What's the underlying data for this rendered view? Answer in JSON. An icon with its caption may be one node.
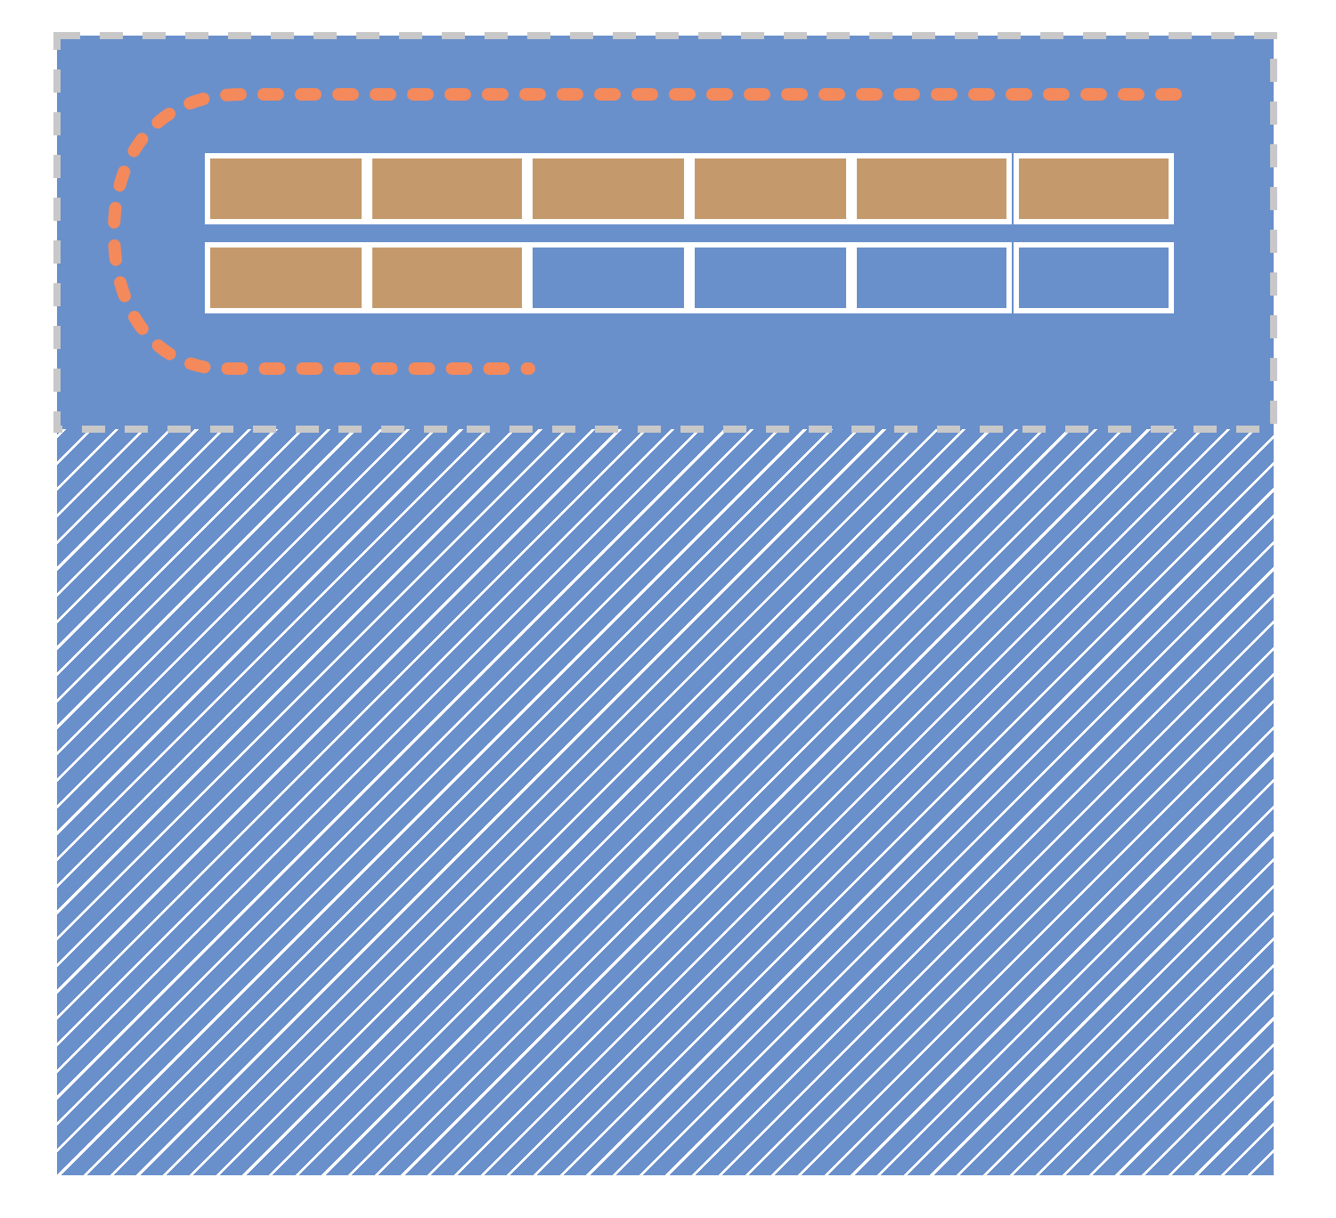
{
  "diagram": {
    "nodes": [
      {
        "text": [],
        "shape": "box"
      },
      {
        "text": [],
        "shape": "box"
      },
      {
        "text": [],
        "shape": "box",
        "in": 0
      },
      {
        "text": [],
        "shape": "box",
        "in": 0
      },
      {
        "text": [],
        "shape": "box",
        "in": 0
      },
      {
        "text": [],
        "shape": "box",
        "in": 0
      },
      {
        "text": [],
        "shape": "box",
        "in": 0
      },
      {
        "text": [],
        "shape": "box",
        "in": 0
      },
      {
        "text": [],
        "shape": "box",
        "in": 0
      },
      {
        "text": [],
        "shape": "box",
        "in": 0
      },
      {
        "text": [],
        "shape": "box",
        "in": 0
      },
      {
        "text": [],
        "shape": "box",
        "in": 0
      },
      {
        "text": [],
        "shape": "box",
        "in": 0
      },
      {
        "text": [],
        "shape": "box",
        "in": 0
      }
    ]
  }
}
